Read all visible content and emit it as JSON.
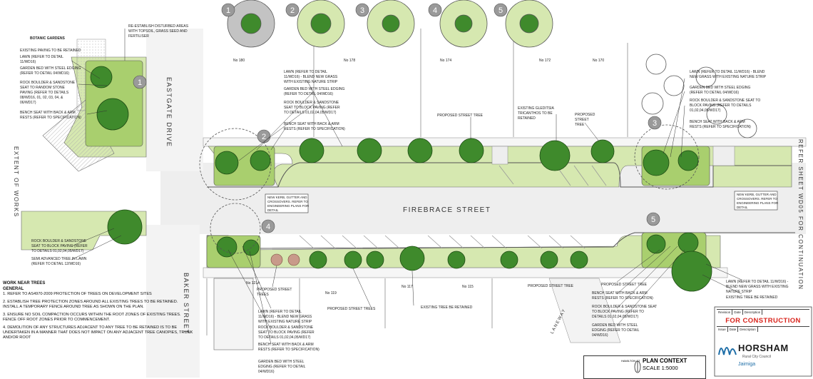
{
  "streets": {
    "firebrace": "FIREBRACE STREET",
    "eastgate": "EASTGATE DRIVE",
    "baker": "BAKER STREET",
    "laneway": "LANEWAY",
    "extent": "EXTENT OF WORKS",
    "refer_sheet": "REFER SHEET WD05 FOR CONTINUATION"
  },
  "lots": {
    "no180": "No 180",
    "no178": "No 178",
    "no174": "No 174",
    "no172": "No 172",
    "no170": "No 170",
    "no121a": "No 121A",
    "no119": "No 119",
    "no117": "No 117",
    "no115": "No 115"
  },
  "callouts": [
    "1",
    "2",
    "3",
    "4",
    "5"
  ],
  "labels": {
    "botanic": "BOTANIC GARDENS",
    "reestablish": [
      "RE-ESTABLISH DISTURBED AREAS",
      "WITH TOPSOIL, GRASS SEED AND",
      "FERTILISER"
    ],
    "existing_paving": "EXISTING PAVING TO BE RETAINED",
    "lawn_left": [
      "LAWN (REFER TO DETAIL",
      "11/WD16)"
    ],
    "garden_left": [
      "GARDEN BED WITH STEEL EDGING",
      "(REFER TO DETAIL 04/WD16)"
    ],
    "rock_left": [
      "ROCK BOULDER & SANDSTONE",
      "SEAT TO RANDOM STONE",
      "PAVING (REFER TO DETAILS",
      "08/WD16, 01, 02, 03, 04, &",
      "06/WD17)"
    ],
    "bench_left": [
      "BENCH SEAT WITH BACK & ARM",
      "RESTS (REFER TO SPECIFICATION)"
    ],
    "lawn_top": [
      "LAWN (REFER TO DETAIL",
      "11/WD16) - BLEND NEW GRASS",
      "WITH EXISTING NATURE STRIP"
    ],
    "garden_top": [
      "GARDEN BED WITH STEEL EDGING",
      "(REFER TO DETAIL 04/WD16)"
    ],
    "rock_top": [
      "ROCK BOULDER & SANDSTONE",
      "SEAT TO BLOCK PAVING (REFER",
      "TO DETAILS 01,02,04,05/WD17)"
    ],
    "bench_top": [
      "BENCH SEAT WITH BACK & ARM",
      "RESTS (REFER TO SPECIFICATION)"
    ],
    "proposed_tree": "PROPOSED STREET TREE",
    "gleditsia": [
      "EXISTING GLEDITSIA",
      "TRICANTHOS TO BE",
      "RETAINED"
    ],
    "proposed_tree_2": [
      "PROPOSED",
      "STREET",
      "TREE"
    ],
    "lawn_right": [
      "LAWN (REFER TO DETAIL 11/WD16) - BLEND",
      "NEW GRASS WITH EXISTING NATURE STRIP"
    ],
    "garden_right": [
      "GARDEN BED WITH STEEL EDGING",
      "(REFER TO DETAIL 04/WD16)"
    ],
    "rock_right": [
      "ROCK BOULDER & SANDSTONE SEAT TO",
      "BLOCK PAVING (REFER TO DETAILS",
      "01,02,04,05/WD17)"
    ],
    "bench_right": [
      "BENCH SEAT WITH BACK & ARM",
      "RESTS (REFER TO SPECIFICATION)"
    ],
    "kerb_left": [
      "NEW KERB, GUTTER AND",
      "CROSSOVERS. REFER TO",
      "ENGINEERING PLANS FOR",
      "DETAIL"
    ],
    "kerb_right": [
      "NEW KERB, GUTTER AND",
      "CROSSOVERS. REFER TO",
      "ENGINEERING PLANS FOR",
      "DETAIL"
    ],
    "rock_lower_left": [
      "ROCK BOULDER & SANDSTONE",
      "SEAT TO BLOCK PAVING (REFER",
      "TO DETAILS 01,02,04,05/WD17)"
    ],
    "semi_advanced": [
      "SEMI ADVANCED TREE IN LAWN",
      "(REFER TO DETAIL 12/WD16)"
    ],
    "proposed_trees": [
      "PROPOSED STREET",
      "TREES"
    ],
    "lawn_lower": [
      "LAWN (REFER TO DETAIL",
      "11/WD16) - BLEND NEW GRASS",
      "WITH EXISTING NATURE STRIP"
    ],
    "rock_lower": [
      "ROCK BOULDER & SANDSTONE",
      "SEAT TO BLOCK PAVING (REFER",
      "TO DETAILS 01,02,04,05/WD17)"
    ],
    "bench_lower": [
      "BENCH SEAT WITH BACK & ARM",
      "RESTS (REFER TO SPECIFICATION)"
    ],
    "garden_lower": [
      "GARDEN BED WITH STEEL",
      "EDGING (REFER TO DETAIL",
      "04/WD16)"
    ],
    "proposed_trees_mid": "PROPOSED STREET TREES",
    "existing_retained": "EXISTING TREE BE RETAINED",
    "proposed_tree_lr": "PROPOSED STREET TREE",
    "proposed_tree_lr2": "PROPOSED STREET TREE",
    "bench_lr": [
      "BENCH SEAT WITH BACK & ARM",
      "RESTS (REFER TO SPECIFICATION)"
    ],
    "rock_lr": [
      "ROCK BOULDER & SANDSTONE SEAT",
      "TO BLOCK PAVING (REFER TO",
      "DETAILS 01,02,04,05/WD17)"
    ],
    "garden_lr": [
      "GARDEN BED WITH STEEL",
      "EDGING (REFER TO DETAIL",
      "04/WD16)"
    ],
    "lawn_lr": [
      "LAWN (REFER TO DETAIL 11/WD16) -",
      "BLEND NEW GRASS WITH EXISTING",
      "NATURE STRIP"
    ],
    "existing_retained_lr": "EXISTING TREE BE RETAINED"
  },
  "notes": {
    "title": "WORK NEAR TREES",
    "subtitle": "GENERAL",
    "items": [
      "1.  REFER TO AS4970-2009 PROTECTION OF TREES ON DEVELOPMENT SITES",
      "2. ESTABLISH TREE PROTECTION ZONES AROUND ALL EXISTING TREES TO BE RETAINED. INSTALL A TEMPORARY FENCE AROUND TREE AS SHOWN ON THE PLAN.",
      "3. ENSURE NO SOIL COMPACTION OCCURS WITHIN THE ROOT ZONES OF EXISTING TREES. FENCE OFF ROOT ZONES PRIOR TO COMMENCEMENT.",
      "4. DEMOLITION OF ANY STRUCTURES ADJACENT TO ANY TREE TO BE RETAINED IS TO BE UNDERTAKEN IN A MANNER THAT DOES NOT IMPACT ON ANY ADJACENT TREE CANOPIES, TRUNK AND/OR ROOT"
    ]
  },
  "title_block": {
    "rev_headers": [
      "Revision",
      "Date",
      "Description"
    ],
    "issue_headers": [
      "Issue",
      "Date",
      "Description"
    ],
    "status": "FOR CONSTRUCTION",
    "council": "HORSHAM",
    "council_sub": "Rural City Council",
    "partner": "Jaimiga"
  },
  "plan_context": {
    "title": "PLAN CONTEXT",
    "scale": "SCALE 1:5000",
    "label": "HAMILTON ST"
  },
  "colors": {
    "lawn": "#cfe3a6",
    "garden": "#a9cf6e",
    "tree": "#3f8a2c",
    "road": "#ececec",
    "kerb": "#555555",
    "red": "#d9241c",
    "tree_brown": "#c89a8a"
  }
}
